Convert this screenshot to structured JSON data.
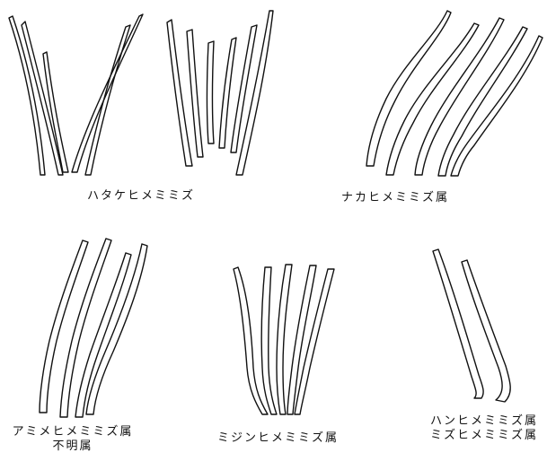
{
  "groups": [
    {
      "id": "hatake",
      "caption_lines": [
        "ハタケヒメミミズ"
      ]
    },
    {
      "id": "nakahime",
      "caption_lines": [
        "ナカヒメミミズ属"
      ]
    },
    {
      "id": "amime",
      "caption_lines": [
        "アミメヒメミミズ属",
        "不明属"
      ]
    },
    {
      "id": "mijin",
      "caption_lines": [
        "ミジンヒメミミズ属"
      ]
    },
    {
      "id": "hanhime",
      "caption_lines": [
        "ハンヒメミミズ属",
        "ミズヒメミミズ属"
      ]
    }
  ],
  "colors": {
    "outline": "#111111",
    "background": "#ffffff"
  }
}
